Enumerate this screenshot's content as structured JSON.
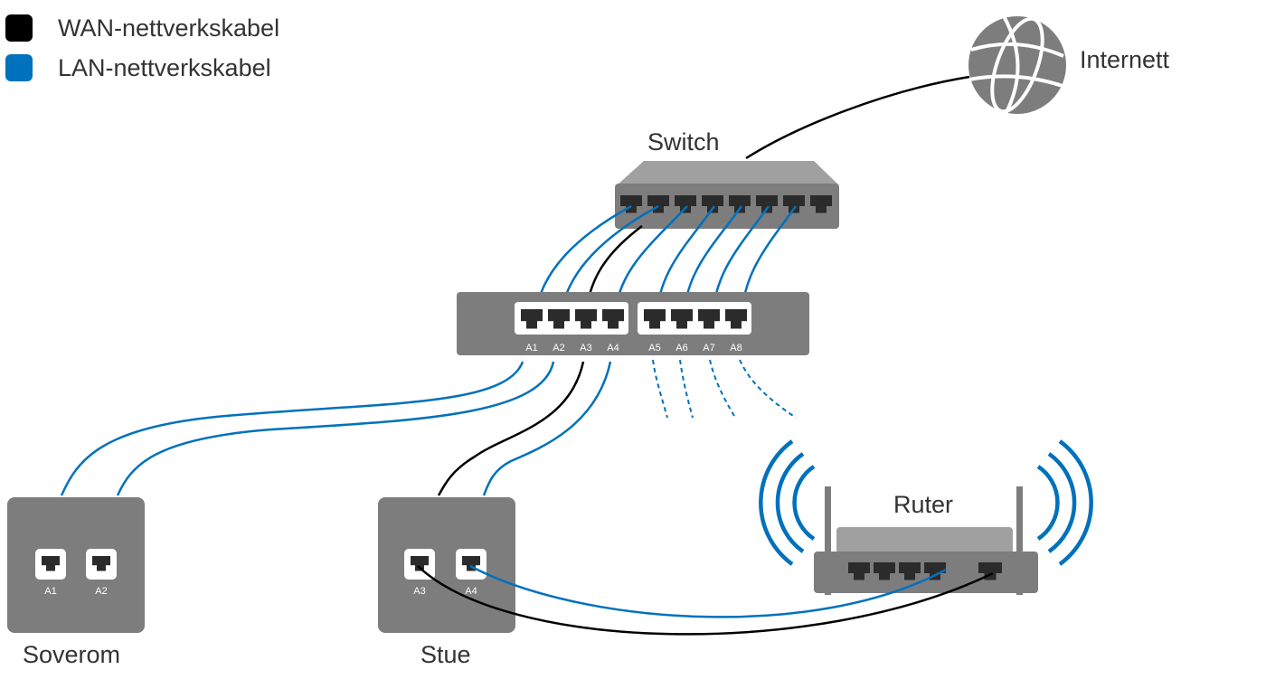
{
  "legend": {
    "wan": {
      "label": "WAN-nettverkskabel",
      "color": "#000000"
    },
    "lan": {
      "label": "LAN-nettverkskabel",
      "color": "#0071bc"
    }
  },
  "devices": {
    "internet": {
      "label": "Internett",
      "icon": "globe-icon"
    },
    "switch": {
      "label": "Switch"
    },
    "patch_panel": {
      "ports": [
        "A1",
        "A2",
        "A3",
        "A4",
        "A5",
        "A6",
        "A7",
        "A8"
      ]
    },
    "router": {
      "label": "Ruter",
      "icon": "wifi-icon"
    },
    "soverom": {
      "label": "Soverom",
      "ports": [
        "A1",
        "A2"
      ]
    },
    "stue": {
      "label": "Stue",
      "ports": [
        "A3",
        "A4"
      ]
    }
  },
  "colors": {
    "device": "#7d7d7d",
    "device_top": "#a0a0a0",
    "port": "#2b2b2b"
  }
}
